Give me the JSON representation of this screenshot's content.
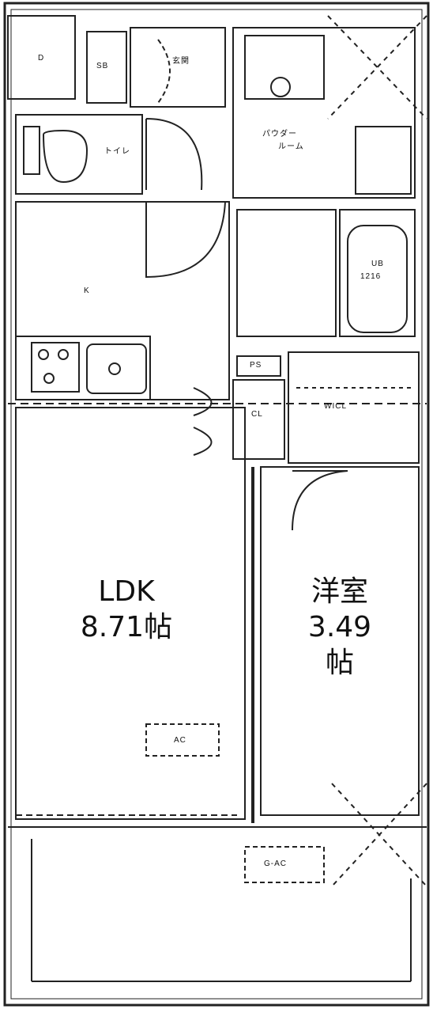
{
  "rooms": {
    "ldk": {
      "name": "LDK",
      "size": "8.71帖"
    },
    "western": {
      "name": "洋室",
      "size_num": "3.49",
      "size_unit": "帖"
    },
    "kitchen": "K",
    "toilet": "トイレ",
    "powder_line1": "パウダー",
    "powder_line2": "ルーム",
    "entrance": "玄関",
    "shoe_storage": "SB",
    "bath_line1": "UB",
    "bath_line2": "1216",
    "pipe_space": "PS",
    "closet": "CL",
    "walkin_closet": "WICL",
    "storage": "D",
    "ac_ldk": "AC",
    "ac_balcony": "G-AC"
  }
}
